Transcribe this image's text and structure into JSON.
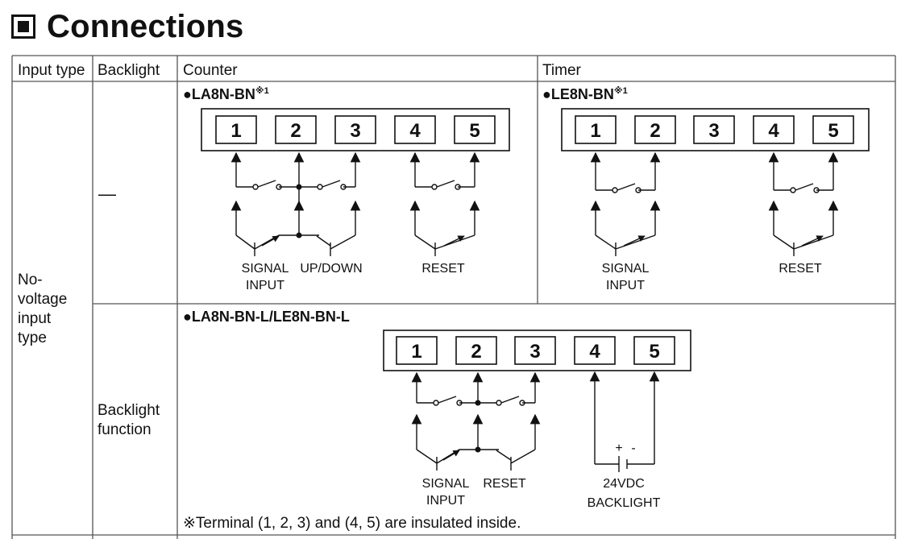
{
  "title": "Connections",
  "headers": {
    "input_type": "Input type",
    "backlight": "Backlight",
    "counter": "Counter",
    "timer": "Timer"
  },
  "rows": {
    "input_type_line1": "No-",
    "input_type_line2": "voltage",
    "input_type_line3": "input",
    "input_type_line4": "type",
    "backlight_none": "—",
    "backlight_function_line1": "Backlight",
    "backlight_function_line2": "function"
  },
  "counter": {
    "model": "LA8N-BN",
    "model_sup": "※1",
    "terminals": [
      "1",
      "2",
      "3",
      "4",
      "5"
    ],
    "labels": {
      "signal": "SIGNAL",
      "input": "INPUT",
      "updown": "UP/DOWN",
      "reset": "RESET"
    }
  },
  "timer": {
    "model": "LE8N-BN",
    "model_sup": "※1",
    "terminals": [
      "1",
      "2",
      "3",
      "4",
      "5"
    ],
    "labels": {
      "signal": "SIGNAL",
      "input": "INPUT",
      "reset": "RESET"
    }
  },
  "backlight_model": {
    "model": "LA8N-BN-L/LE8N-BN-L",
    "terminals": [
      "1",
      "2",
      "3",
      "4",
      "5"
    ],
    "labels": {
      "signal": "SIGNAL",
      "input": "INPUT",
      "reset": "RESET",
      "plus": "+",
      "minus": "-",
      "vdc": "24VDC",
      "backlight": "BACKLIGHT"
    }
  },
  "note": "※Terminal (1, 2, 3) and (4, 5) are insulated inside."
}
